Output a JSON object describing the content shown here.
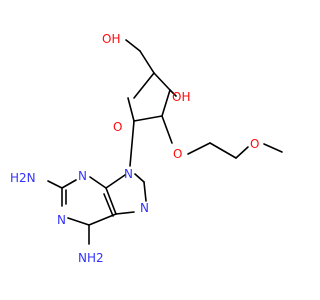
{
  "molecule": {
    "atoms": [
      {
        "id": "oh_ch2",
        "label": "OH",
        "color": "#ff0d0d"
      },
      {
        "id": "oh_ring",
        "label": "OH",
        "color": "#ff0d0d"
      },
      {
        "id": "o_ring",
        "label": "O",
        "color": "#ff0d0d"
      },
      {
        "id": "o_ether1",
        "label": "O",
        "color": "#ff0d0d"
      },
      {
        "id": "o_ether2",
        "label": "O",
        "color": "#ff0d0d"
      },
      {
        "id": "n9",
        "label": "N",
        "color": "#3333ff"
      },
      {
        "id": "n3",
        "label": "N",
        "color": "#3333ff"
      },
      {
        "id": "n1",
        "label": "N",
        "color": "#3333ff"
      },
      {
        "id": "n7",
        "label": "N",
        "color": "#3333ff"
      },
      {
        "id": "nh2_left",
        "label": "H2N",
        "color": "#3333ff"
      },
      {
        "id": "nh2_bottom",
        "label": "NH2",
        "color": "#3333ff"
      }
    ],
    "colors": {
      "carbon": "#000000",
      "nitrogen": "#3333ff",
      "oxygen": "#ff0d0d"
    }
  }
}
